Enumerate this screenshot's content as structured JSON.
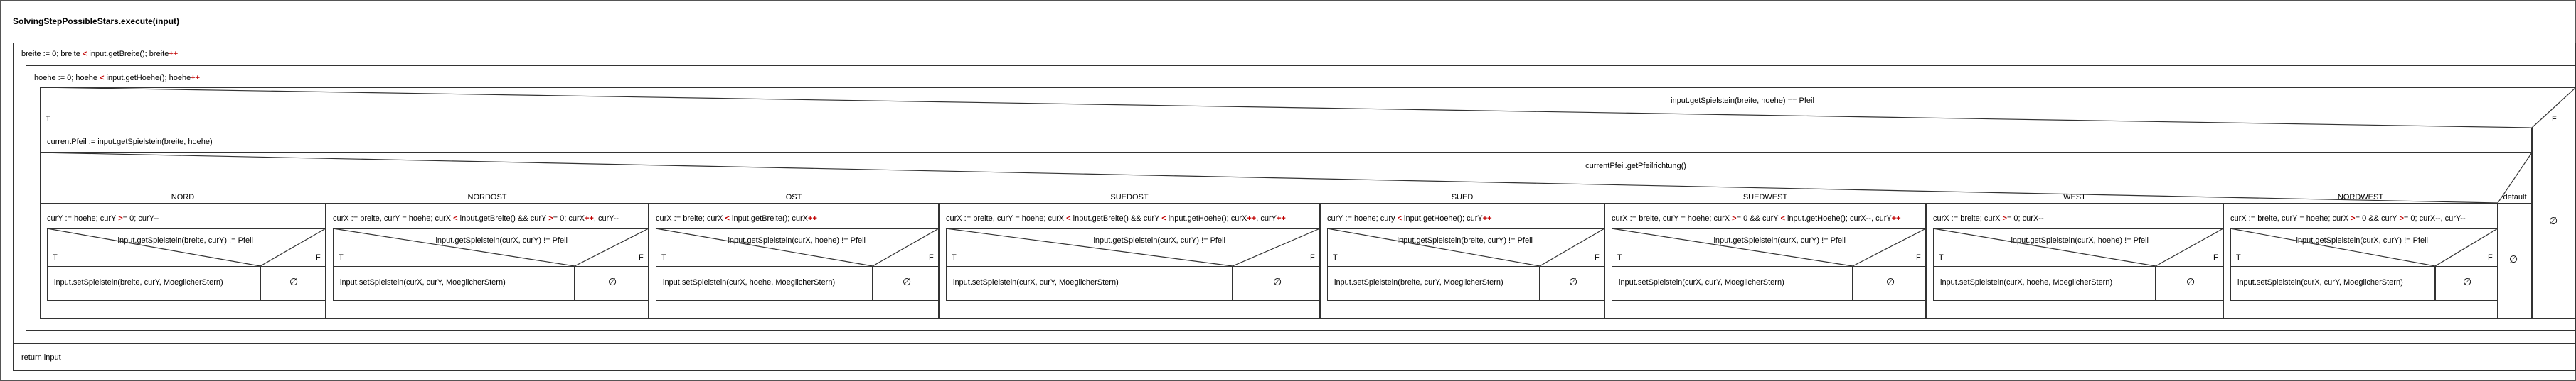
{
  "diagram": {
    "title": "SolvingStepPossibleStars.execute(input)",
    "outer_loop": {
      "head_parts": [
        "breite := 0; breite ",
        "<",
        " input.getBreite(); breite",
        "++"
      ]
    },
    "inner_loop": {
      "head_parts": [
        "hoehe := 0; hoehe ",
        "<",
        " input.getHoehe(); hoehe",
        "++"
      ]
    },
    "outer_if": {
      "condition": "input.getSpielstein(breite, hoehe) == Pfeil",
      "true_label": "T",
      "false_label": "F",
      "else_symbol": "∅"
    },
    "assignment": "currentPfeil := input.getSpielstein(breite, hoehe)",
    "switch": {
      "selector": "currentPfeil.getPfeilrichtung()",
      "default_label": "default",
      "default_symbol": "∅",
      "cases": [
        {
          "label": "NORD",
          "loop_parts": [
            "curY := hoehe; curY ",
            ">",
            "= 0; curY--"
          ],
          "condition": "input.getSpielstein(breite, curY) != Pfeil",
          "action": "input.setSpielstein(breite, curY, MoeglicherStern)",
          "empty": "∅"
        },
        {
          "label": "NORDOST",
          "loop_parts": [
            "curX := breite, curY = hoehe; curX ",
            "<",
            " input.getBreite() && curY ",
            ">",
            "= 0; curX",
            "++",
            ", curY--"
          ],
          "condition": "input.getSpielstein(curX, curY) != Pfeil",
          "action": "input.setSpielstein(curX, curY, MoeglicherStern)",
          "empty": "∅"
        },
        {
          "label": "OST",
          "loop_parts": [
            "curX := breite; curX ",
            "<",
            " input.getBreite(); curX",
            "++"
          ],
          "condition": "input.getSpielstein(curX, hoehe) != Pfeil",
          "action": "input.setSpielstein(curX, hoehe, MoeglicherStern)",
          "empty": "∅"
        },
        {
          "label": "SUEDOST",
          "loop_parts": [
            "curX := breite, curY = hoehe; curX ",
            "<",
            " input.getBreite() && curY ",
            "<",
            " input.getHoehe(); curX",
            "++",
            ", curY",
            "++"
          ],
          "condition": "input.getSpielstein(curX, curY) != Pfeil",
          "action": "input.setSpielstein(curX, curY, MoeglicherStern)",
          "empty": "∅"
        },
        {
          "label": "SUED",
          "loop_parts": [
            "curY := hoehe; cury ",
            "<",
            " input.getHoehe(); curY",
            "++"
          ],
          "condition": "input.getSpielstein(breite, curY) != Pfeil",
          "action": "input.setSpielstein(breite, curY, MoeglicherStern)",
          "empty": "∅"
        },
        {
          "label": "SUEDWEST",
          "loop_parts": [
            "curX := breite, curY = hoehe; curX ",
            ">",
            "= 0 && curY ",
            "<",
            " input.getHoehe(); curX--, curY",
            "++"
          ],
          "condition": "input.getSpielstein(curX, curY) != Pfeil",
          "action": "input.setSpielstein(curX, curY, MoeglicherStern)",
          "empty": "∅"
        },
        {
          "label": "WEST",
          "loop_parts": [
            "curX := breite; curX ",
            ">",
            "= 0; curX--"
          ],
          "condition": "input.getSpielstein(curX, hoehe) != Pfeil",
          "action": "input.setSpielstein(curX, hoehe, MoeglicherStern)",
          "empty": "∅"
        },
        {
          "label": "NORDWEST",
          "loop_parts": [
            "curX := breite, curY = hoehe; curX ",
            ">",
            "= 0 && curY ",
            ">",
            "= 0; curX--, curY--"
          ],
          "condition": "input.getSpielstein(curX, curY) != Pfeil",
          "action": "input.setSpielstein(curX, curY, MoeglicherStern)",
          "empty": "∅"
        }
      ]
    },
    "return_statement": "return input",
    "if_true_label": "T",
    "if_false_label": "F",
    "colors": {
      "border": "#333333",
      "operator": "#c00000",
      "background": "#ffffff"
    }
  }
}
